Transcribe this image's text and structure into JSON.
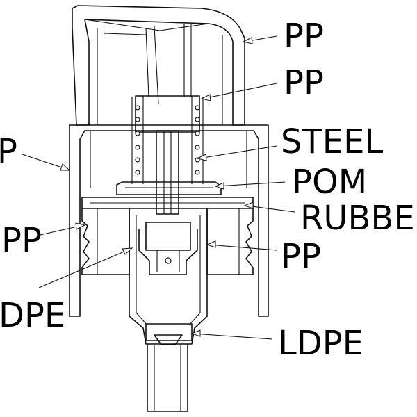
{
  "callouts": [
    {
      "id": "actuator-head",
      "label": "PP"
    },
    {
      "id": "actuator-stem",
      "label": "PP"
    },
    {
      "id": "outer-closure",
      "label": "P"
    },
    {
      "id": "spring",
      "label": "STEEL"
    },
    {
      "id": "piston",
      "label": "POM"
    },
    {
      "id": "gasket",
      "label": "RUBBE"
    },
    {
      "id": "thread-cap",
      "label": "PP"
    },
    {
      "id": "pump-body",
      "label": "PP"
    },
    {
      "id": "seal-ring",
      "label": "DPE"
    },
    {
      "id": "valve",
      "label": "LDPE"
    }
  ]
}
